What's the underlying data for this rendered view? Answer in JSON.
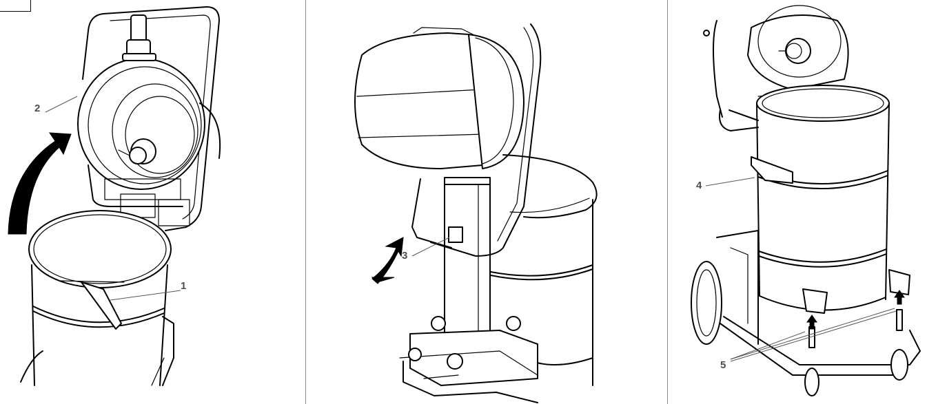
{
  "callouts": {
    "c1": "1",
    "c2": "2",
    "c3": "3",
    "c4": "4",
    "c5": "5"
  },
  "icons": {
    "arrow_up": "curved-arrow-up-icon",
    "arrow_down": "curved-arrow-down-icon",
    "arrow_small": "small-up-arrow-icon"
  },
  "colors": {
    "line": "#000000",
    "label": "#4d4d4d",
    "divider": "#8c8c8c",
    "background": "#ffffff"
  }
}
